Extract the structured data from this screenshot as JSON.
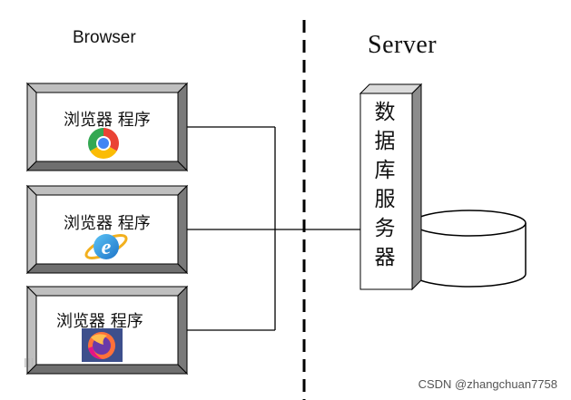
{
  "left_heading": "Browser",
  "right_heading": "Server",
  "clients": [
    {
      "label": "浏览器 程序",
      "icon": "chrome-icon"
    },
    {
      "label": "浏览器 程序",
      "icon": "internet-explorer-icon"
    },
    {
      "label": "浏览器 程序",
      "icon": "firefox-icon"
    }
  ],
  "server_chars": [
    "数",
    "据",
    "库",
    "服",
    "务",
    "器"
  ],
  "corner_mark": "III",
  "watermark": "CSDN @zhangchuan7758"
}
